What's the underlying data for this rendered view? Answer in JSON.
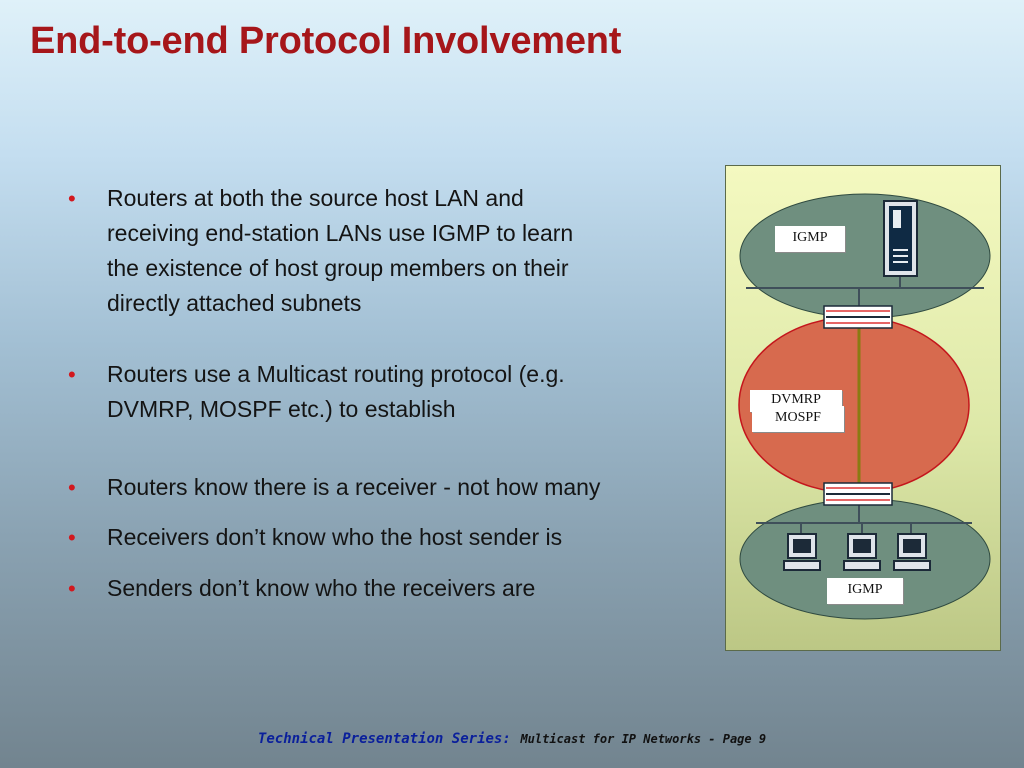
{
  "slide": {
    "title": "End-to-end Protocol Involvement"
  },
  "bullets": [
    "Routers at both the source host LAN and\nreceiving end-station LANs use IGMP to learn\nthe existence of host group members on their\ndirectly attached subnets",
    "Routers use a Multicast routing protocol (e.g.\nDVMRP, MOSPF etc.) to establish",
    "Routers know there is a receiver - not how many",
    "Receivers don’t know who the host sender is",
    "Senders don’t know who the receivers are"
  ],
  "bullet_symbol": "•",
  "diagram": {
    "top_lan_label": "IGMP",
    "routing_labels": [
      "DVMRP",
      "MOSPF"
    ],
    "bottom_lan_label": "IGMP",
    "colors": {
      "lan_fill": "#6f8f7f",
      "routing_fill": "#d76a4e",
      "routing_border": "#c4161c",
      "link": "#8a7a12"
    },
    "icons": [
      "server-icon",
      "router-icon",
      "router-icon",
      "workstation-icon",
      "workstation-icon",
      "workstation-icon"
    ]
  },
  "footer": {
    "series": "Technical Presentation Series:",
    "page": "Multicast for IP Networks - Page 9"
  }
}
